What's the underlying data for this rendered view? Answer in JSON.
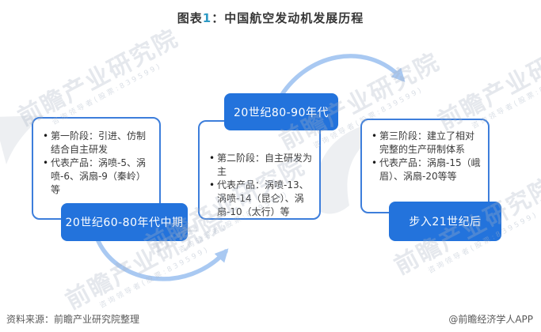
{
  "title": {
    "prefix": "图表",
    "number": "1",
    "rest": "：中国航空发动机发展历程"
  },
  "stages": [
    {
      "period": "20世纪60-80年代中期",
      "items": [
        "第一阶段：引进、仿制结合自主研发",
        "代表产品：涡喷-5、涡喷-6、涡扇-9（秦岭）等"
      ]
    },
    {
      "period": "20世纪80-90年代",
      "items": [
        "第二阶段：自主研发为主",
        "代表产品：涡喷-13、涡喷-14（昆仑）、涡扇-10（太行）等"
      ]
    },
    {
      "period": "步入21世纪后",
      "items": [
        "第三阶段：建立了相对完整的生产研制体系",
        "代表产品：涡扇-15（峨眉）、涡扇-20等等"
      ]
    }
  ],
  "footer": {
    "source": "资料来源：前瞻产业研究院整理",
    "credit": "@前瞻经济学人APP"
  },
  "watermark": {
    "text": "前瞻产业研究院",
    "subtext": "咨询领导者(股票:839599)"
  },
  "colors": {
    "period_box_fill": "#2373dc",
    "outline_border": "#3d7edb",
    "arrow": "#a9c9f2",
    "title_number": "#2e9ac4",
    "body_text": "#3b3b3b",
    "footer_text": "#595959"
  }
}
